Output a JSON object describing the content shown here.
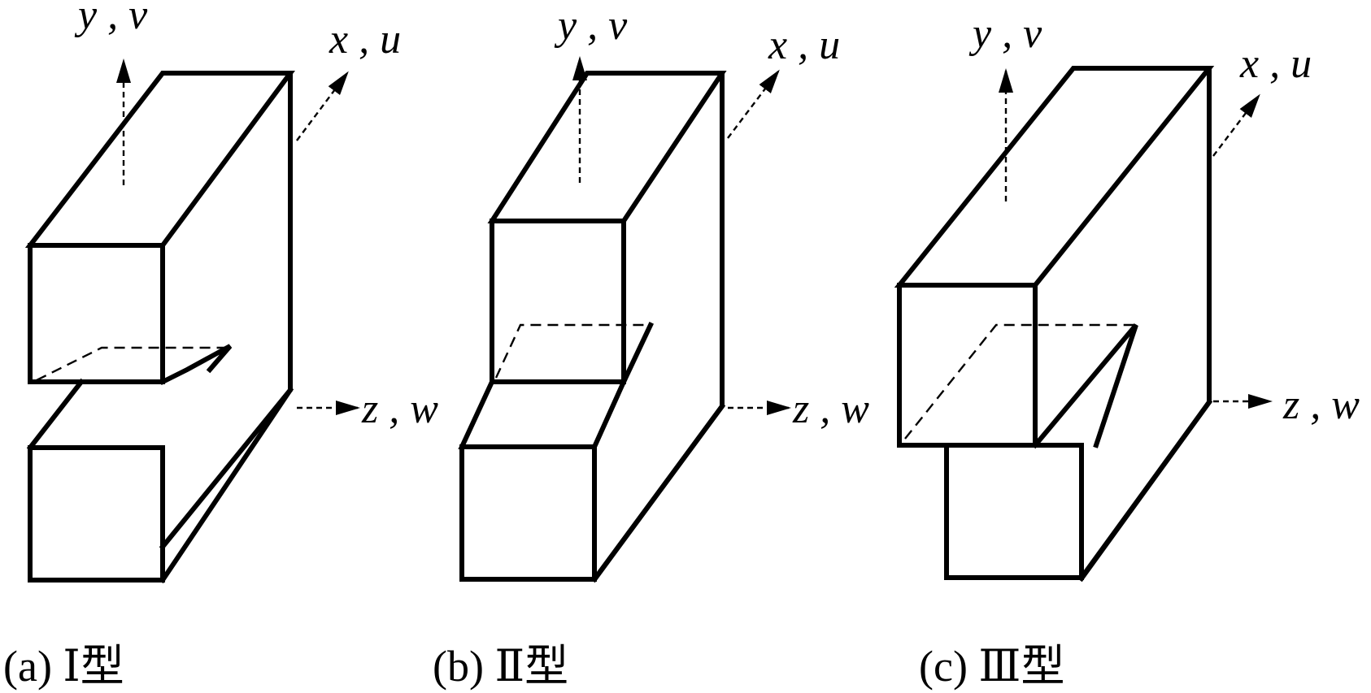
{
  "panels": [
    {
      "caption": "(a)  Ⅰ型",
      "axes": {
        "y": "y , v",
        "x": "x , u",
        "z": "z , w"
      }
    },
    {
      "caption": "(b)  Ⅱ型",
      "axes": {
        "y": "y , v",
        "x": "x , u",
        "z": "z , w"
      }
    },
    {
      "caption": "(c)  Ⅲ型",
      "axes": {
        "y": "y , v",
        "x": "x , u",
        "z": "z , w"
      }
    }
  ]
}
